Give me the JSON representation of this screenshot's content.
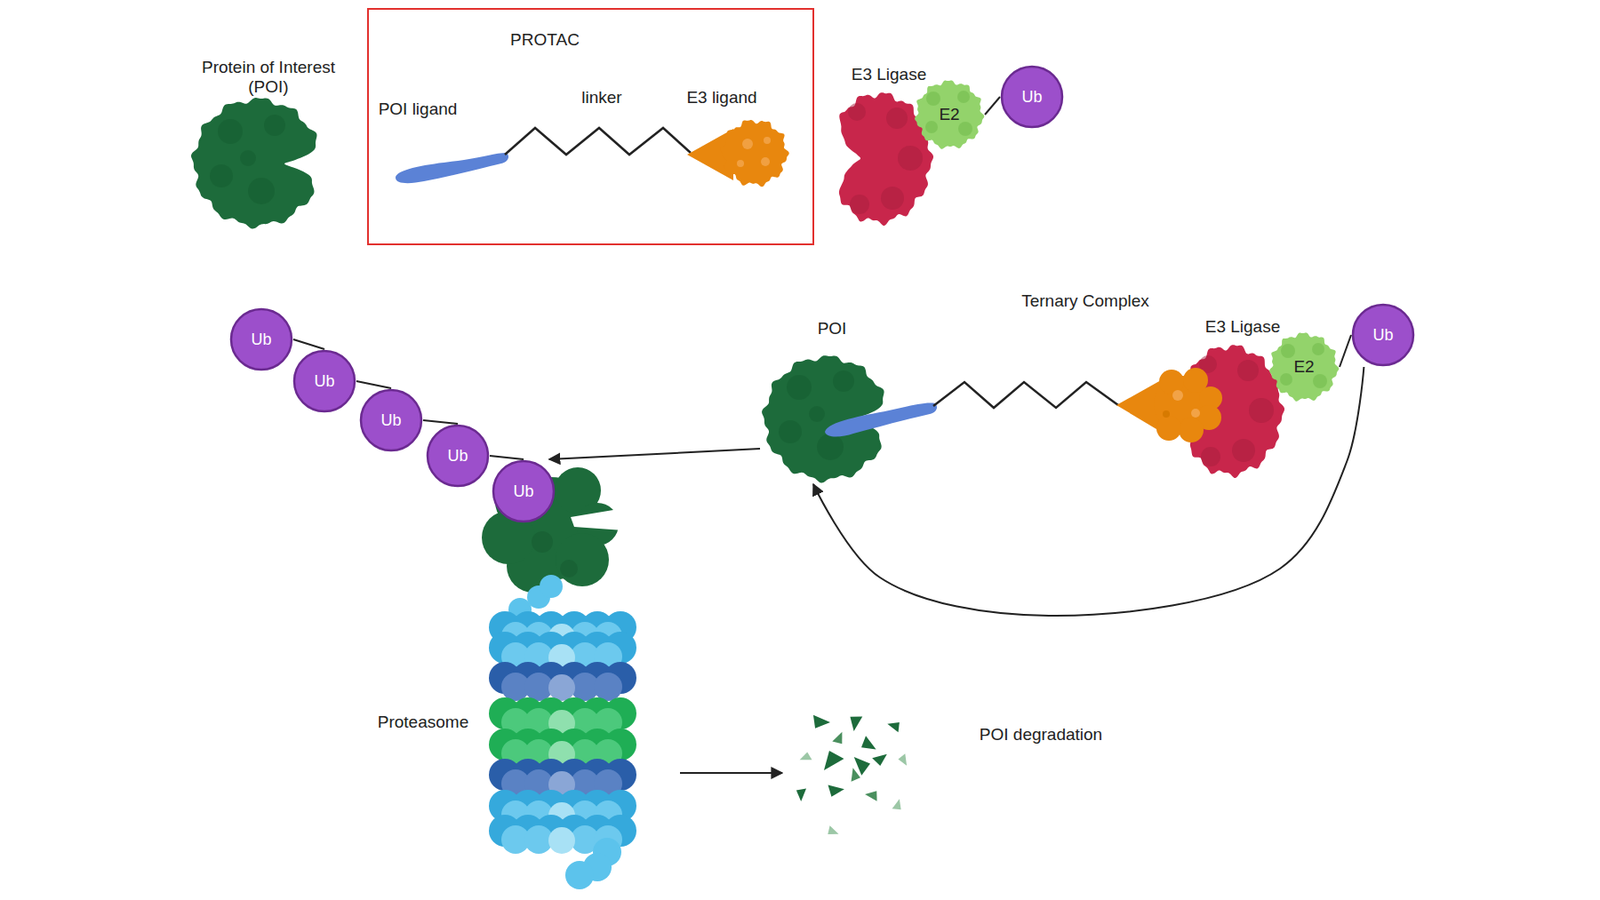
{
  "diagram": {
    "nodes": [
      {
        "text": [
          "Protein of Interest (POI)"
        ]
      },
      {
        "text": [
          "PROTAC"
        ]
      },
      {
        "text": [
          "POI ligand"
        ],
        "in": 1
      },
      {
        "text": [
          "linker"
        ],
        "in": 1
      },
      {
        "text": [
          "E3 ligand"
        ],
        "in": 1
      },
      {
        "text": [
          "E3 Ligase"
        ]
      },
      {
        "text": [
          "E2"
        ],
        "in": 5
      },
      {
        "text": [
          "Ub"
        ]
      },
      {
        "text": [
          "Ub"
        ]
      },
      {
        "text": [
          "Ub"
        ]
      },
      {
        "text": [
          "Ub"
        ]
      },
      {
        "text": [
          "Ub"
        ]
      },
      {
        "text": [
          "Ub"
        ]
      },
      {
        "text": [
          "POI"
        ]
      },
      {
        "text": [
          "E3 Ligase"
        ]
      },
      {
        "text": [
          "E2"
        ],
        "in": 14
      },
      {
        "text": [
          "Ub"
        ]
      },
      {
        "text": [
          "Proteasome"
        ]
      },
      {
        "text": [
          "POI degradation"
        ]
      }
    ],
    "edges": [
      {
        "from": 6,
        "to": 7,
        "arrow": "none"
      },
      {
        "from": 15,
        "to": 16,
        "arrow": "none"
      },
      {
        "from": 16,
        "to": 13,
        "arrow": "to"
      },
      {
        "from": 13,
        "to": 12,
        "arrow": "to"
      },
      {
        "from": 8,
        "to": 9,
        "arrow": "none"
      },
      {
        "from": 9,
        "to": 10,
        "arrow": "none"
      },
      {
        "from": 10,
        "to": 11,
        "arrow": "none"
      },
      {
        "from": 11,
        "to": 12,
        "arrow": "none"
      },
      {
        "from": 17,
        "to": 18,
        "arrow": "to"
      }
    ],
    "labels": [
      "Ternary Complex"
    ]
  }
}
